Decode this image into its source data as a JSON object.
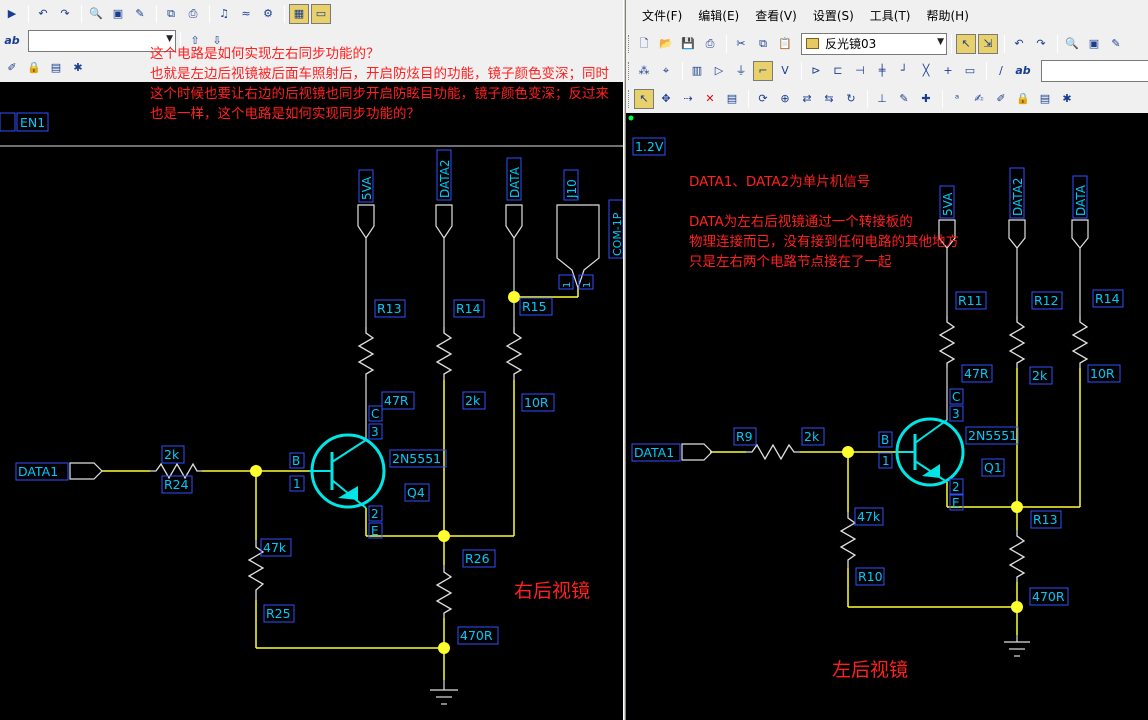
{
  "colors": {
    "wire": "#ffff30",
    "junction": "#ffff30",
    "part": "#e0e0e0",
    "label": "#00c8ff",
    "label_box": "#3050ff",
    "transistor": "#00e5e5",
    "annotation": "#ff2020",
    "background": "#000000"
  },
  "left": {
    "combo_value": "",
    "net_label_en1": "EN1",
    "question_text": "这个电路是如何实现左右同步功能的？\n也就是左边后视镜被后面车照射后，开启防炫目的功能，镜子颜色变深；同时这个时候也要让右边的后视镜也同步开启防眩目功能，镜子颜色变深；反过来也是一样，这个电路是如何实现同步功能的？",
    "caption": "右后视镜",
    "ports": {
      "vsa": "5VA",
      "data2": "DATA2",
      "data": "DATA",
      "j10": "J10",
      "com": "COM-1P",
      "data1": "DATA1",
      "pin1a": "1",
      "pin1b": "1"
    },
    "parts": {
      "r13": "R13",
      "r13_val": "47R",
      "r14": "R14",
      "r14_val": "2k",
      "r15": "R15",
      "r15_val": "10R",
      "r24": "R24",
      "r24_val": "2k",
      "r25": "R25",
      "r25_val": "47k",
      "r26": "R26",
      "r26_val": "470R",
      "q": "Q4",
      "q_type": "2N5551",
      "pin_b": "B",
      "pin_b_num": "1",
      "pin_c": "C",
      "pin_c_num": "3",
      "pin_e": "E",
      "pin_e_num": "2"
    }
  },
  "right": {
    "menu": [
      "文件(F)",
      "编辑(E)",
      "查看(V)",
      "设置(S)",
      "工具(T)",
      "帮助(H)"
    ],
    "combo_value": "反光镜03",
    "voltage": "1.2V",
    "note_line1": "DATA1、DATA2为单片机信号",
    "note_line2": "DATA为左右后视镜通过一个转接板的",
    "note_line3": "物理连接而已，没有接到任何电路的其他地方",
    "note_line4": "只是左右两个电路节点接在了一起",
    "caption": "左后视镜",
    "ports": {
      "vsa": "5VA",
      "data2": "DATA2",
      "data": "DATA",
      "data1": "DATA1"
    },
    "parts": {
      "r11": "R11",
      "r11_val": "47R",
      "r12": "R12",
      "r12_val": "2k",
      "r14": "R14",
      "r14_val": "10R",
      "r9": "R9",
      "r9_val": "2k",
      "r10": "R10",
      "r10_val": "47k",
      "r13": "R13",
      "r13_val": "470R",
      "q": "Q1",
      "q_type": "2N5551",
      "pin_b": "B",
      "pin_b_num": "1",
      "pin_c": "C",
      "pin_c_num": "3",
      "pin_e": "E",
      "pin_e_num": "2"
    }
  }
}
